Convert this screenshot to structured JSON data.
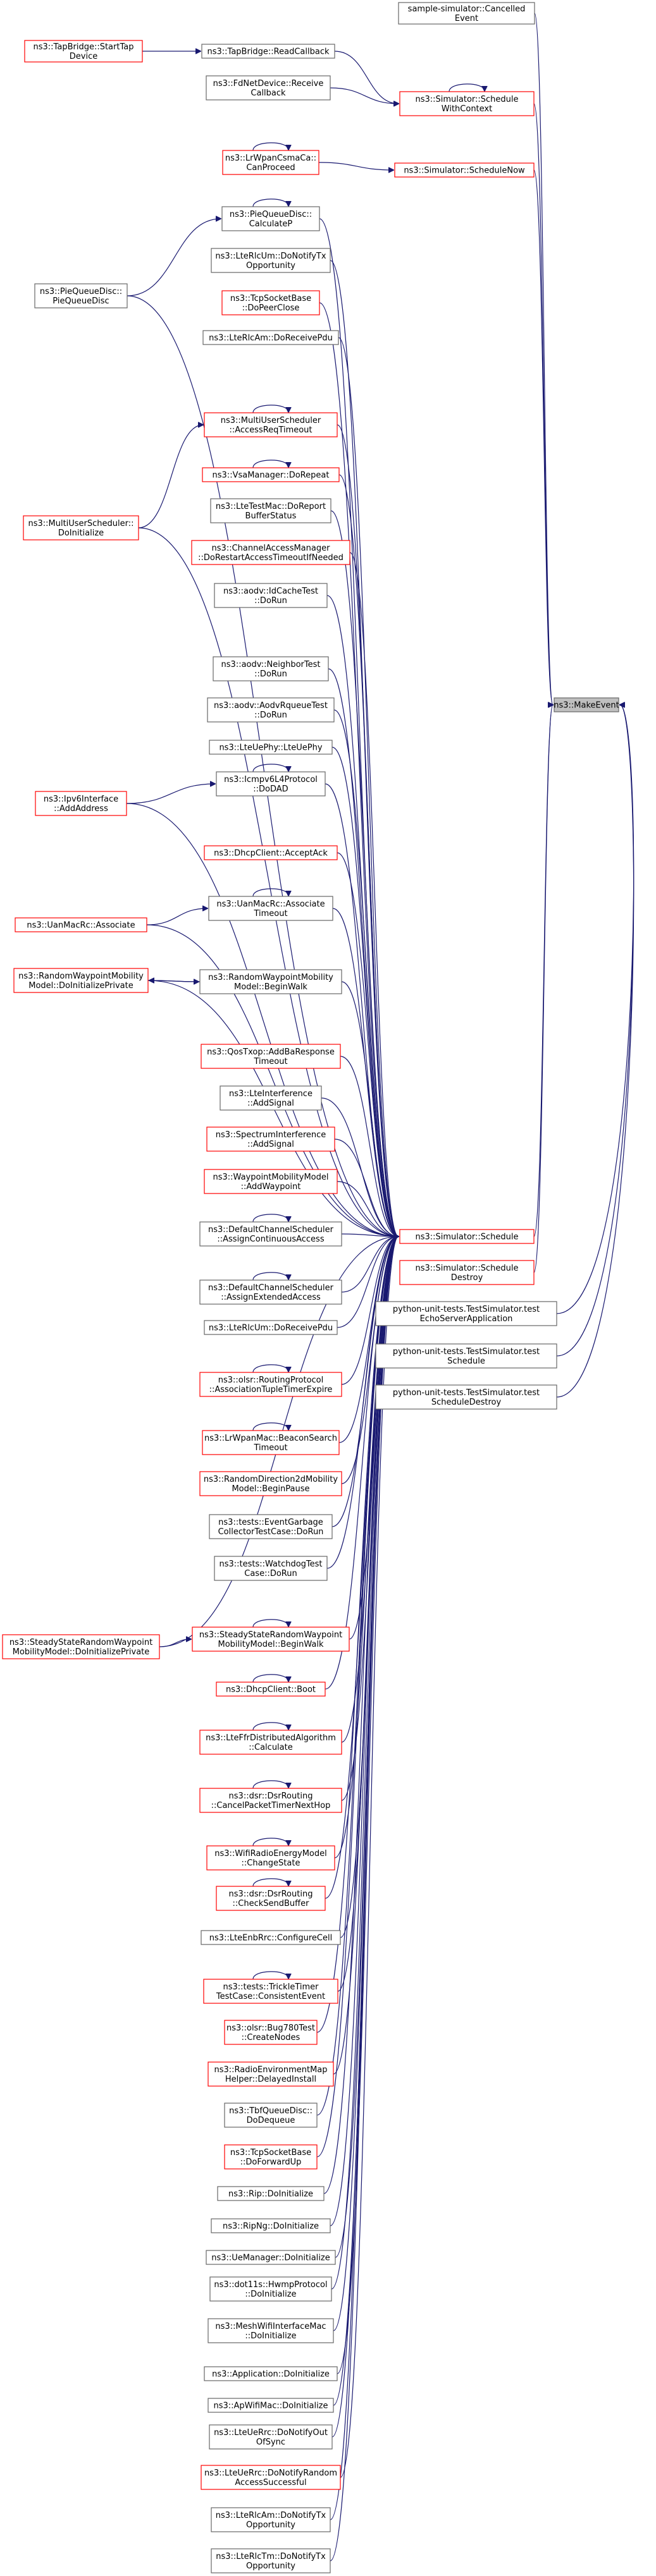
{
  "colors": {
    "edge": "#191970",
    "redBorder": "#ff0000",
    "blackBorder": "#666666",
    "targetFill": "#bfbfbf"
  },
  "nodes": [
    {
      "id": "makeevent",
      "lines": [
        "ns3::MakeEvent"
      ],
      "style": "target"
    },
    {
      "id": "sim_cancelled",
      "lines": [
        "sample-simulator::Cancelled",
        "Event"
      ],
      "style": "black"
    },
    {
      "id": "tapbridge_starttap",
      "lines": [
        "ns3::TapBridge::StartTap",
        "Device"
      ],
      "style": "red"
    },
    {
      "id": "tapbridge_readcallback",
      "lines": [
        "ns3::TapBridge::ReadCallback"
      ],
      "style": "black"
    },
    {
      "id": "fdnet_receive",
      "lines": [
        "ns3::FdNetDevice::Receive",
        "Callback"
      ],
      "style": "black"
    },
    {
      "id": "sched_withcontext",
      "lines": [
        "ns3::Simulator::Schedule",
        "WithContext"
      ],
      "style": "red"
    },
    {
      "id": "lrwpan_canproceed",
      "lines": [
        "ns3::LrWpanCsmaCa::",
        "CanProceed"
      ],
      "style": "red"
    },
    {
      "id": "sched_now",
      "lines": [
        "ns3::Simulator::ScheduleNow"
      ],
      "style": "red"
    },
    {
      "id": "pie_calculatep",
      "lines": [
        "ns3::PieQueueDisc::",
        "CalculateP"
      ],
      "style": "black"
    },
    {
      "id": "pie_queuedisc",
      "lines": [
        "ns3::PieQueueDisc::",
        "PieQueueDisc"
      ],
      "style": "black"
    },
    {
      "id": "lterlcum_notifytx",
      "lines": [
        "ns3::LteRlcUm::DoNotifyTx",
        "Opportunity"
      ],
      "style": "black"
    },
    {
      "id": "tcpsocket_peerclose",
      "lines": [
        "ns3::TcpSocketBase",
        "::DoPeerClose"
      ],
      "style": "red"
    },
    {
      "id": "lterlcam_receivepdu",
      "lines": [
        "ns3::LteRlcAm::DoReceivePdu"
      ],
      "style": "black"
    },
    {
      "id": "multiuser_accessreq",
      "lines": [
        "ns3::MultiUserScheduler",
        "::AccessReqTimeout"
      ],
      "style": "red"
    },
    {
      "id": "multiuser_doinit",
      "lines": [
        "ns3::MultiUserScheduler::",
        "DoInitialize"
      ],
      "style": "red"
    },
    {
      "id": "vsamanager_dorepeat",
      "lines": [
        "ns3::VsaManager::DoRepeat"
      ],
      "style": "red"
    },
    {
      "id": "ltetestmac_report",
      "lines": [
        "ns3::LteTestMac::DoReport",
        "BufferStatus"
      ],
      "style": "black"
    },
    {
      "id": "channelaccess_restart",
      "lines": [
        "ns3::ChannelAccessManager",
        "::DoRestartAccessTimeoutIfNeeded"
      ],
      "style": "red"
    },
    {
      "id": "aodv_idcache",
      "lines": [
        "ns3::aodv::IdCacheTest",
        "::DoRun"
      ],
      "style": "black"
    },
    {
      "id": "aodv_neighbor",
      "lines": [
        "ns3::aodv::NeighborTest",
        "::DoRun"
      ],
      "style": "black"
    },
    {
      "id": "aodv_rqueue",
      "lines": [
        "ns3::aodv::AodvRqueueTest",
        "::DoRun"
      ],
      "style": "black"
    },
    {
      "id": "lteuephy",
      "lines": [
        "ns3::LteUePhy::LteUePhy"
      ],
      "style": "black"
    },
    {
      "id": "icmpv6_dodad",
      "lines": [
        "ns3::Icmpv6L4Protocol",
        "::DoDAD"
      ],
      "style": "black"
    },
    {
      "id": "ipv6_addaddress",
      "lines": [
        "ns3::Ipv6Interface",
        "::AddAddress"
      ],
      "style": "red"
    },
    {
      "id": "dhcp_acceptack",
      "lines": [
        "ns3::DhcpClient::AcceptAck"
      ],
      "style": "red"
    },
    {
      "id": "uanmac_assoctimeout",
      "lines": [
        "ns3::UanMacRc::Associate",
        "Timeout"
      ],
      "style": "black"
    },
    {
      "id": "uanmac_associate",
      "lines": [
        "ns3::UanMacRc::Associate"
      ],
      "style": "red"
    },
    {
      "id": "rwp_doinit",
      "lines": [
        "ns3::RandomWaypointMobility",
        "Model::DoInitializePrivate"
      ],
      "style": "red"
    },
    {
      "id": "rwp_beginwalk",
      "lines": [
        "ns3::RandomWaypointMobility",
        "Model::BeginWalk"
      ],
      "style": "black"
    },
    {
      "id": "qostxop_addba",
      "lines": [
        "ns3::QosTxop::AddBaResponse",
        "Timeout"
      ],
      "style": "red"
    },
    {
      "id": "lteinterference",
      "lines": [
        "ns3::LteInterference",
        "::AddSignal"
      ],
      "style": "black"
    },
    {
      "id": "spectrum_addsignal",
      "lines": [
        "ns3::SpectrumInterference",
        "::AddSignal"
      ],
      "style": "red"
    },
    {
      "id": "waypoint_add",
      "lines": [
        "ns3::WaypointMobilityModel",
        "::AddWaypoint"
      ],
      "style": "red"
    },
    {
      "id": "dcs_continuous",
      "lines": [
        "ns3::DefaultChannelScheduler",
        "::AssignContinuousAccess"
      ],
      "style": "black"
    },
    {
      "id": "sim_schedule",
      "lines": [
        "ns3::Simulator::Schedule"
      ],
      "style": "red"
    },
    {
      "id": "sched_destroy",
      "lines": [
        "ns3::Simulator::Schedule",
        "Destroy"
      ],
      "style": "red"
    },
    {
      "id": "dcs_extended",
      "lines": [
        "ns3::DefaultChannelScheduler",
        "::AssignExtendedAccess"
      ],
      "style": "black"
    },
    {
      "id": "py_echoserver",
      "lines": [
        "python-unit-tests.TestSimulator.test",
        "EchoServerApplication"
      ],
      "style": "black"
    },
    {
      "id": "lterlcum_receivepdu",
      "lines": [
        "ns3::LteRlcUm::DoReceivePdu"
      ],
      "style": "black"
    },
    {
      "id": "py_schedule",
      "lines": [
        "python-unit-tests.TestSimulator.test",
        "Schedule"
      ],
      "style": "black"
    },
    {
      "id": "olsr_assoc",
      "lines": [
        "ns3::olsr::RoutingProtocol",
        "::AssociationTupleTimerExpire"
      ],
      "style": "red"
    },
    {
      "id": "py_scheduledestroy",
      "lines": [
        "python-unit-tests.TestSimulator.test",
        "ScheduleDestroy"
      ],
      "style": "black"
    },
    {
      "id": "lrwpanmac_beacon",
      "lines": [
        "ns3::LrWpanMac::BeaconSearch",
        "Timeout"
      ],
      "style": "red"
    },
    {
      "id": "rd2d_beginpause",
      "lines": [
        "ns3::RandomDirection2dMobility",
        "Model::BeginPause"
      ],
      "style": "red"
    },
    {
      "id": "tests_eventgarbage",
      "lines": [
        "ns3::tests::EventGarbage",
        "CollectorTestCase::DoRun"
      ],
      "style": "black"
    },
    {
      "id": "tests_watchdog",
      "lines": [
        "ns3::tests::WatchdogTest",
        "Case::DoRun"
      ],
      "style": "black"
    },
    {
      "id": "ssrwp_doinit",
      "lines": [
        "ns3::SteadyStateRandomWaypoint",
        "MobilityModel::DoInitializePrivate"
      ],
      "style": "red"
    },
    {
      "id": "ssrwp_beginwalk",
      "lines": [
        "ns3::SteadyStateRandomWaypoint",
        "MobilityModel::BeginWalk"
      ],
      "style": "red"
    },
    {
      "id": "dhcp_boot",
      "lines": [
        "ns3::DhcpClient::Boot"
      ],
      "style": "red"
    },
    {
      "id": "lteffr_calculate",
      "lines": [
        "ns3::LteFfrDistributedAlgorithm",
        "::Calculate"
      ],
      "style": "red"
    },
    {
      "id": "dsr_cancelpacket",
      "lines": [
        "ns3::dsr::DsrRouting",
        "::CancelPacketTimerNextHop"
      ],
      "style": "red"
    },
    {
      "id": "wifiradio_changestate",
      "lines": [
        "ns3::WifiRadioEnergyModel",
        "::ChangeState"
      ],
      "style": "red"
    },
    {
      "id": "dsr_checksend",
      "lines": [
        "ns3::dsr::DsrRouting",
        "::CheckSendBuffer"
      ],
      "style": "red"
    },
    {
      "id": "lteenbrrc_configure",
      "lines": [
        "ns3::LteEnbRrc::ConfigureCell"
      ],
      "style": "black"
    },
    {
      "id": "trickle_consistent",
      "lines": [
        "ns3::tests::TrickleTimer",
        "TestCase::ConsistentEvent"
      ],
      "style": "red"
    },
    {
      "id": "olsr_bug780",
      "lines": [
        "ns3::olsr::Bug780Test",
        "::CreateNodes"
      ],
      "style": "red"
    },
    {
      "id": "radioenv_delayed",
      "lines": [
        "ns3::RadioEnvironmentMap",
        "Helper::DelayedInstall"
      ],
      "style": "red"
    },
    {
      "id": "tbf_dodequeue",
      "lines": [
        "ns3::TbfQueueDisc::",
        "DoDequeue"
      ],
      "style": "black"
    },
    {
      "id": "tcpsocket_forwardup",
      "lines": [
        "ns3::TcpSocketBase",
        "::DoForwardUp"
      ],
      "style": "red"
    },
    {
      "id": "rip_doinit",
      "lines": [
        "ns3::Rip::DoInitialize"
      ],
      "style": "black"
    },
    {
      "id": "ripng_doinit",
      "lines": [
        "ns3::RipNg::DoInitialize"
      ],
      "style": "black"
    },
    {
      "id": "uemanager_doinit",
      "lines": [
        "ns3::UeManager::DoInitialize"
      ],
      "style": "black"
    },
    {
      "id": "hwmp_doinit",
      "lines": [
        "ns3::dot11s::HwmpProtocol",
        "::DoInitialize"
      ],
      "style": "black"
    },
    {
      "id": "meshwifi_doinit",
      "lines": [
        "ns3::MeshWifiInterfaceMac",
        "::DoInitialize"
      ],
      "style": "black"
    },
    {
      "id": "application_doinit",
      "lines": [
        "ns3::Application::DoInitialize"
      ],
      "style": "black"
    },
    {
      "id": "apwifimac_doinit",
      "lines": [
        "ns3::ApWifiMac::DoInitialize"
      ],
      "style": "black"
    },
    {
      "id": "lteuerrc_outofsync",
      "lines": [
        "ns3::LteUeRrc::DoNotifyOut",
        "OfSync"
      ],
      "style": "black"
    },
    {
      "id": "lteuerrc_random",
      "lines": [
        "ns3::LteUeRrc::DoNotifyRandom",
        "AccessSuccessful"
      ],
      "style": "red"
    },
    {
      "id": "lterlcam_notifytx",
      "lines": [
        "ns3::LteRlcAm::DoNotifyTx",
        "Opportunity"
      ],
      "style": "black"
    },
    {
      "id": "lterlctm_notifytx",
      "lines": [
        "ns3::LteRlcTm::DoNotifyTx",
        "Opportunity"
      ],
      "style": "black"
    }
  ],
  "edges": [
    [
      "sim_cancelled",
      "makeevent"
    ],
    [
      "tapbridge_starttap",
      "tapbridge_readcallback"
    ],
    [
      "tapbridge_readcallback",
      "sched_withcontext"
    ],
    [
      "fdnet_receive",
      "sched_withcontext"
    ],
    [
      "sched_withcontext",
      "sched_withcontext"
    ],
    [
      "sched_withcontext",
      "makeevent"
    ],
    [
      "lrwpan_canproceed",
      "lrwpan_canproceed"
    ],
    [
      "lrwpan_canproceed",
      "sched_now"
    ],
    [
      "sched_now",
      "makeevent"
    ],
    [
      "pie_calculatep",
      "pie_calculatep"
    ],
    [
      "pie_queuedisc",
      "pie_calculatep"
    ],
    [
      "multiuser_accessreq",
      "multiuser_accessreq"
    ],
    [
      "multiuser_doinit",
      "multiuser_accessreq"
    ],
    [
      "vsamanager_dorepeat",
      "vsamanager_dorepeat"
    ],
    [
      "icmpv6_dodad",
      "icmpv6_dodad"
    ],
    [
      "ipv6_addaddress",
      "icmpv6_dodad"
    ],
    [
      "uanmac_assoctimeout",
      "uanmac_assoctimeout"
    ],
    [
      "uanmac_associate",
      "uanmac_assoctimeout"
    ],
    [
      "rwp_beginwalk",
      "rwp_doinit"
    ],
    [
      "rwp_doinit",
      "rwp_beginwalk"
    ],
    [
      "dcs_continuous",
      "dcs_continuous"
    ],
    [
      "dcs_extended",
      "dcs_extended"
    ],
    [
      "olsr_assoc",
      "olsr_assoc"
    ],
    [
      "lrwpanmac_beacon",
      "lrwpanmac_beacon"
    ],
    [
      "ssrwp_beginwalk",
      "ssrwp_beginwalk"
    ],
    [
      "ssrwp_doinit",
      "ssrwp_beginwalk"
    ],
    [
      "dhcp_boot",
      "dhcp_boot"
    ],
    [
      "lteffr_calculate",
      "lteffr_calculate"
    ],
    [
      "dsr_cancelpacket",
      "dsr_cancelpacket"
    ],
    [
      "wifiradio_changestate",
      "wifiradio_changestate"
    ],
    [
      "dsr_checksend",
      "dsr_checksend"
    ],
    [
      "trickle_consistent",
      "trickle_consistent"
    ],
    [
      "sim_schedule",
      "makeevent"
    ],
    [
      "sched_destroy",
      "makeevent"
    ],
    [
      "py_echoserver",
      "makeevent"
    ],
    [
      "py_schedule",
      "makeevent"
    ],
    [
      "py_scheduledestroy",
      "makeevent"
    ],
    [
      "pie_queuedisc",
      "sim_schedule"
    ],
    [
      "multiuser_doinit",
      "sim_schedule"
    ],
    [
      "ipv6_addaddress",
      "sim_schedule"
    ],
    [
      "uanmac_associate",
      "sim_schedule"
    ],
    [
      "rwp_doinit",
      "sim_schedule"
    ],
    [
      "ssrwp_doinit",
      "sim_schedule"
    ],
    [
      "pie_calculatep",
      "sim_schedule"
    ],
    [
      "lterlcum_notifytx",
      "sim_schedule"
    ],
    [
      "tcpsocket_peerclose",
      "sim_schedule"
    ],
    [
      "lterlcam_receivepdu",
      "sim_schedule"
    ],
    [
      "multiuser_accessreq",
      "sim_schedule"
    ],
    [
      "vsamanager_dorepeat",
      "sim_schedule"
    ],
    [
      "ltetestmac_report",
      "sim_schedule"
    ],
    [
      "channelaccess_restart",
      "sim_schedule"
    ],
    [
      "aodv_idcache",
      "sim_schedule"
    ],
    [
      "aodv_neighbor",
      "sim_schedule"
    ],
    [
      "aodv_rqueue",
      "sim_schedule"
    ],
    [
      "lteuephy",
      "sim_schedule"
    ],
    [
      "icmpv6_dodad",
      "sim_schedule"
    ],
    [
      "dhcp_acceptack",
      "sim_schedule"
    ],
    [
      "uanmac_assoctimeout",
      "sim_schedule"
    ],
    [
      "rwp_beginwalk",
      "sim_schedule"
    ],
    [
      "qostxop_addba",
      "sim_schedule"
    ],
    [
      "lteinterference",
      "sim_schedule"
    ],
    [
      "spectrum_addsignal",
      "sim_schedule"
    ],
    [
      "waypoint_add",
      "sim_schedule"
    ],
    [
      "dcs_continuous",
      "sim_schedule"
    ],
    [
      "dcs_extended",
      "sim_schedule"
    ],
    [
      "lterlcum_receivepdu",
      "sim_schedule"
    ],
    [
      "olsr_assoc",
      "sim_schedule"
    ],
    [
      "lrwpanmac_beacon",
      "sim_schedule"
    ],
    [
      "rd2d_beginpause",
      "sim_schedule"
    ],
    [
      "tests_eventgarbage",
      "sim_schedule"
    ],
    [
      "tests_watchdog",
      "sim_schedule"
    ],
    [
      "ssrwp_beginwalk",
      "sim_schedule"
    ],
    [
      "dhcp_boot",
      "sim_schedule"
    ],
    [
      "lteffr_calculate",
      "sim_schedule"
    ],
    [
      "dsr_cancelpacket",
      "sim_schedule"
    ],
    [
      "wifiradio_changestate",
      "sim_schedule"
    ],
    [
      "dsr_checksend",
      "sim_schedule"
    ],
    [
      "lteenbrrc_configure",
      "sim_schedule"
    ],
    [
      "trickle_consistent",
      "sim_schedule"
    ],
    [
      "olsr_bug780",
      "sim_schedule"
    ],
    [
      "radioenv_delayed",
      "sim_schedule"
    ],
    [
      "tbf_dodequeue",
      "sim_schedule"
    ],
    [
      "tcpsocket_forwardup",
      "sim_schedule"
    ],
    [
      "rip_doinit",
      "sim_schedule"
    ],
    [
      "ripng_doinit",
      "sim_schedule"
    ],
    [
      "uemanager_doinit",
      "sim_schedule"
    ],
    [
      "hwmp_doinit",
      "sim_schedule"
    ],
    [
      "meshwifi_doinit",
      "sim_schedule"
    ],
    [
      "application_doinit",
      "sim_schedule"
    ],
    [
      "apwifimac_doinit",
      "sim_schedule"
    ],
    [
      "lteuerrc_outofsync",
      "sim_schedule"
    ],
    [
      "lteuerrc_random",
      "sim_schedule"
    ],
    [
      "lterlcam_notifytx",
      "sim_schedule"
    ],
    [
      "lterlctm_notifytx",
      "sim_schedule"
    ]
  ]
}
